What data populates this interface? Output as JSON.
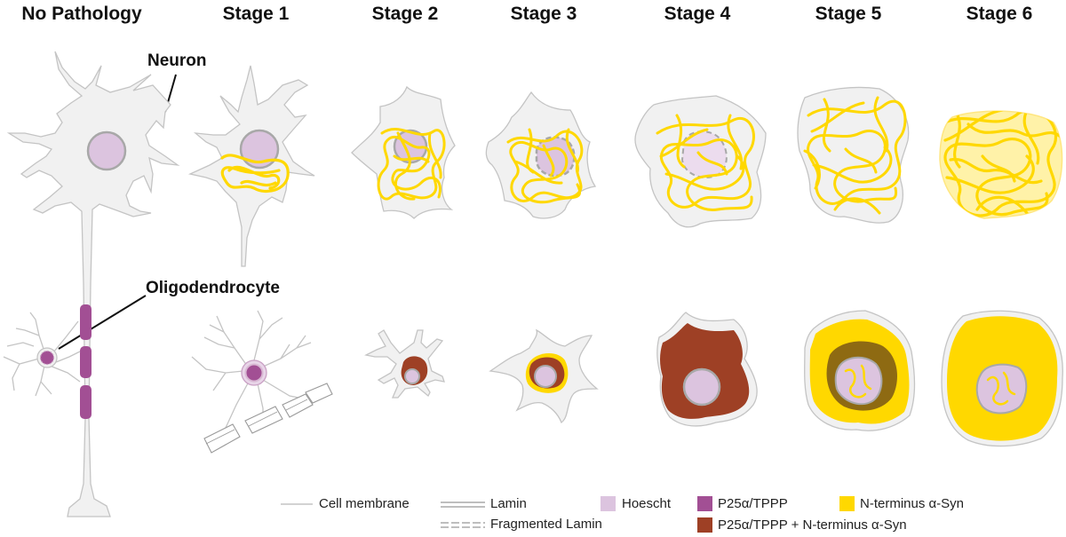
{
  "stages": [
    "No Pathology",
    "Stage 1",
    "Stage 2",
    "Stage 3",
    "Stage 4",
    "Stage 5",
    "Stage 6"
  ],
  "callouts": {
    "neuron": "Neuron",
    "oligodendrocyte": "Oligodendrocyte"
  },
  "legend": {
    "cell_membrane": "Cell membrane",
    "lamin": "Lamin",
    "fragmented_lamin": "Fragmented Lamin",
    "hoescht": "Hoescht",
    "p25": "P25α/TPPP",
    "p25_nterm": "P25α/TPPP + N-terminus α-Syn",
    "nterm": "N-terminus α-Syn"
  },
  "colors": {
    "membrane_fill": "#f1f1f1",
    "membrane_stroke": "#c4c4c4",
    "lamin": "#a8a8a8",
    "hoescht": "#dcc4df",
    "p25": "#a24f94",
    "p25_nterm": "#9e4025",
    "nterm": "#ffd800",
    "mixed_dark": "#8e6a12"
  }
}
